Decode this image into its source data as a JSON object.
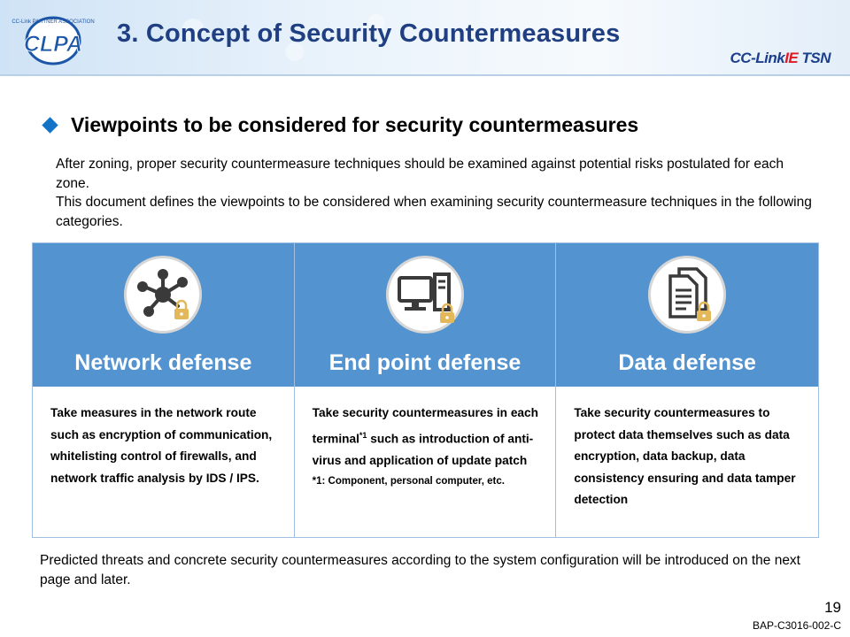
{
  "header": {
    "logo_text": "CLPA",
    "logo_ring_text": "CC-Link PARTNER ASSOCIATION",
    "title": "3. Concept of Security Countermeasures",
    "brand_logo_part1": "CC-Link",
    "brand_logo_part2": "IE",
    "brand_logo_part3": " TSN"
  },
  "section": {
    "heading": "Viewpoints to be considered for security countermeasures",
    "intro_1": "After zoning, proper security countermeasure techniques should be examined against potential risks postulated for each zone.",
    "intro_2": "This document defines the viewpoints to be considered when examining security countermeasure techniques in the following categories."
  },
  "categories": [
    {
      "title": "Network defense",
      "icon": "network-lock-icon",
      "text": "Take measures in the network route such as encryption of communication, whitelisting control of firewalls, and network traffic analysis by IDS / IPS."
    },
    {
      "title": "End point defense",
      "icon": "computer-lock-icon",
      "text_pre": "Take security countermeasures in each terminal",
      "text_sup": "*1",
      "text_post": "  such as introduction of anti-virus and application of update patch",
      "footnote": "*1: Component, personal computer, etc."
    },
    {
      "title": "Data defense",
      "icon": "document-lock-icon",
      "text": "Take security countermeasures to protect data themselves such as data encryption, data backup, data consistency ensuring and data tamper detection"
    }
  ],
  "closing": "Predicted threats and concrete security countermeasures according to the system configuration will be introduced on the next page and later.",
  "footer": {
    "page_number": "19",
    "doc_id": "BAP-C3016-002-C"
  },
  "colors": {
    "title": "#1f3f82",
    "category_header": "#5393cf",
    "bullet": "#1273c7",
    "lock": "#e3b85a"
  }
}
